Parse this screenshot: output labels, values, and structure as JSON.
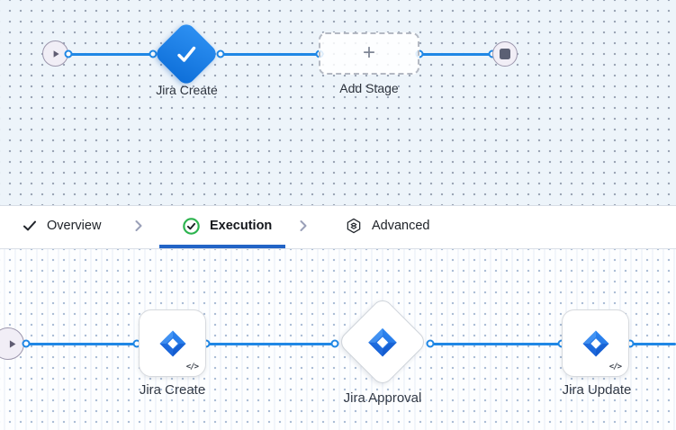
{
  "colors": {
    "line_blue": "#1f87e5",
    "tab_underline_blue": "#2264c6",
    "stage_diamond_gradient_start": "#2e91f3",
    "stage_diamond_gradient_end": "#0d6ed8",
    "execution_green": "#2cb34e",
    "jira_blue": "#2684ff",
    "canvas_top_bg": "#edf4fa",
    "canvas_bottom_bg": "#fdfeff"
  },
  "top_canvas": {
    "start_node_icon": "play-icon",
    "end_node_icon": "stop-icon",
    "stage": {
      "label": "Jira Create",
      "icon": "check-icon"
    },
    "add_stage": {
      "label": "Add Stage",
      "plus_glyph": "+"
    }
  },
  "tab_bar": {
    "separator_icon": "chevron-right-icon",
    "tabs": [
      {
        "label": "Overview",
        "icon": "check-icon",
        "active": false
      },
      {
        "label": "Execution",
        "icon": "check-circle-icon",
        "active": true
      },
      {
        "label": "Advanced",
        "icon": "hexagon-layers-icon",
        "active": false
      }
    ]
  },
  "bottom_canvas": {
    "start_node_icon": "play-icon",
    "code_badge_glyph": "</>",
    "steps": [
      {
        "label": "Jira Create",
        "shape": "rounded-square",
        "icon": "jira-icon",
        "has_code_badge": true
      },
      {
        "label": "Jira Approval",
        "shape": "diamond",
        "icon": "jira-icon",
        "has_code_badge": false
      },
      {
        "label": "Jira Update",
        "shape": "rounded-square",
        "icon": "jira-icon",
        "has_code_badge": true
      }
    ]
  }
}
